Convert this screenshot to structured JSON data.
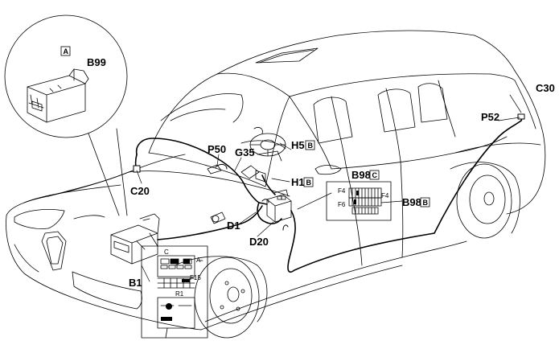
{
  "labels": {
    "b99": "B99",
    "b99_box": "A",
    "c20": "C20",
    "p50": "P50",
    "g35": "G35",
    "h5": "H5",
    "h5_box": "B",
    "h1": "H1",
    "h1_box": "B",
    "b98c": "B98",
    "b98c_box": "C",
    "b98b": "B98",
    "b98b_box": "B",
    "d1": "D1",
    "d20": "D20",
    "b1": "B1",
    "c30": "C30",
    "p52": "P52"
  },
  "fuse_panel_right": {
    "f4_left": "F4",
    "f4_right": "F4",
    "f6": "F6"
  },
  "fuse_panel_left": {
    "c": "C",
    "a": "A",
    "f15": "F15",
    "r1": "R1"
  },
  "colors": {
    "line": "#000000",
    "background": "#ffffff"
  }
}
